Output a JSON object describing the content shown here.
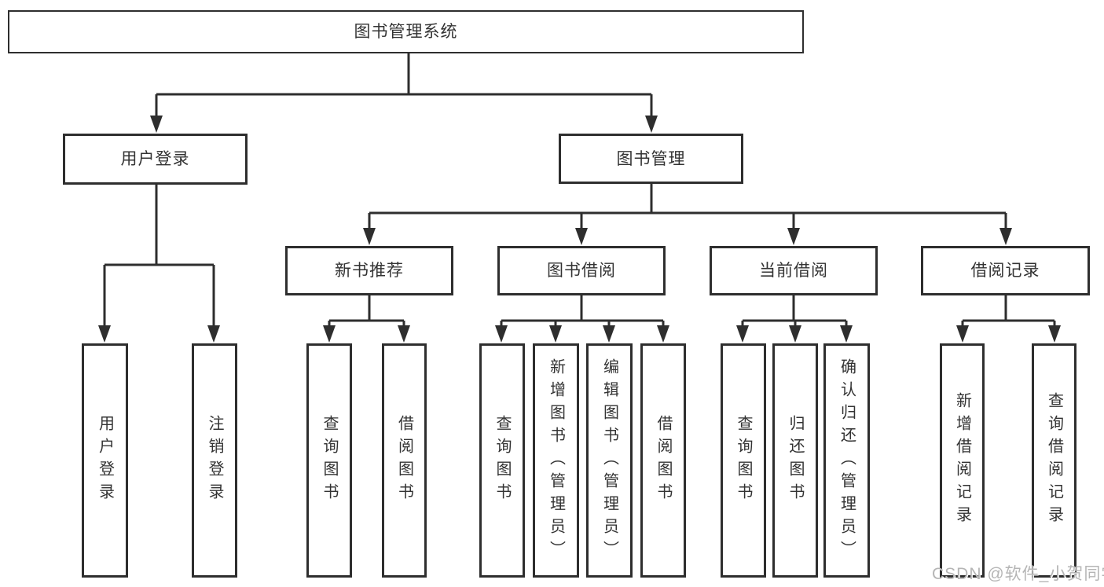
{
  "diagram_title": "图书管理系统",
  "tree": {
    "label": "图书管理系统",
    "children": [
      {
        "label": "用户登录",
        "children": [
          {
            "label": "用户登录"
          },
          {
            "label": "注销登录"
          }
        ]
      },
      {
        "label": "图书管理",
        "children": [
          {
            "label": "新书推荐",
            "children": [
              {
                "label": "查询图书"
              },
              {
                "label": "借阅图书"
              }
            ]
          },
          {
            "label": "图书借阅",
            "children": [
              {
                "label": "查询图书"
              },
              {
                "label": "新增图书（管理员）"
              },
              {
                "label": "编辑图书（管理员）"
              },
              {
                "label": "借阅图书"
              }
            ]
          },
          {
            "label": "当前借阅",
            "children": [
              {
                "label": "查询图书"
              },
              {
                "label": "归还图书"
              },
              {
                "label": "确认归还（管理员）"
              }
            ]
          },
          {
            "label": "借阅记录",
            "children": [
              {
                "label": "新增借阅记录"
              },
              {
                "label": "查询借阅记录"
              }
            ]
          }
        ]
      }
    ]
  },
  "watermark": "CSDN @软件_小贺同学",
  "colors": {
    "line": "#2e2e2e",
    "box_background": "#ffffff",
    "text": "#333333",
    "watermark": "#b5b5b5",
    "page_background": "#ffffff"
  }
}
